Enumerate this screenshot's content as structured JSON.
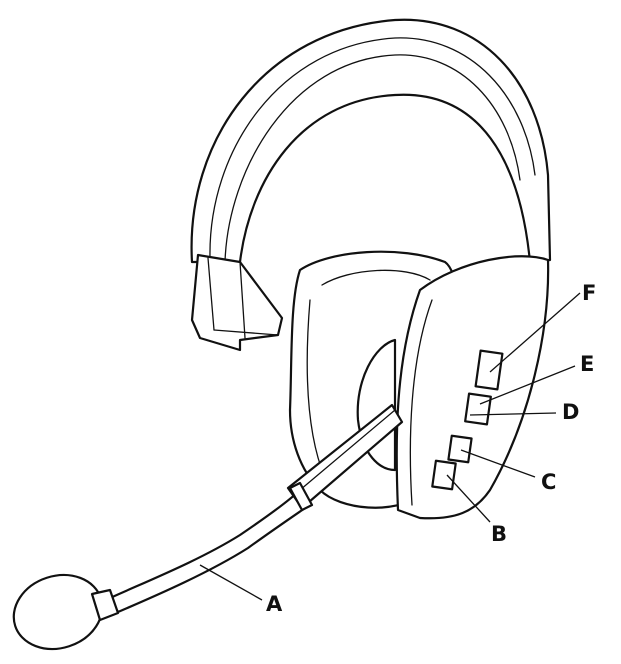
{
  "callouts": {
    "a": "A",
    "b": "B",
    "c": "C",
    "d": "D",
    "e": "E",
    "f": "F"
  },
  "colors": {
    "line": "#111111",
    "background": "#ffffff"
  }
}
